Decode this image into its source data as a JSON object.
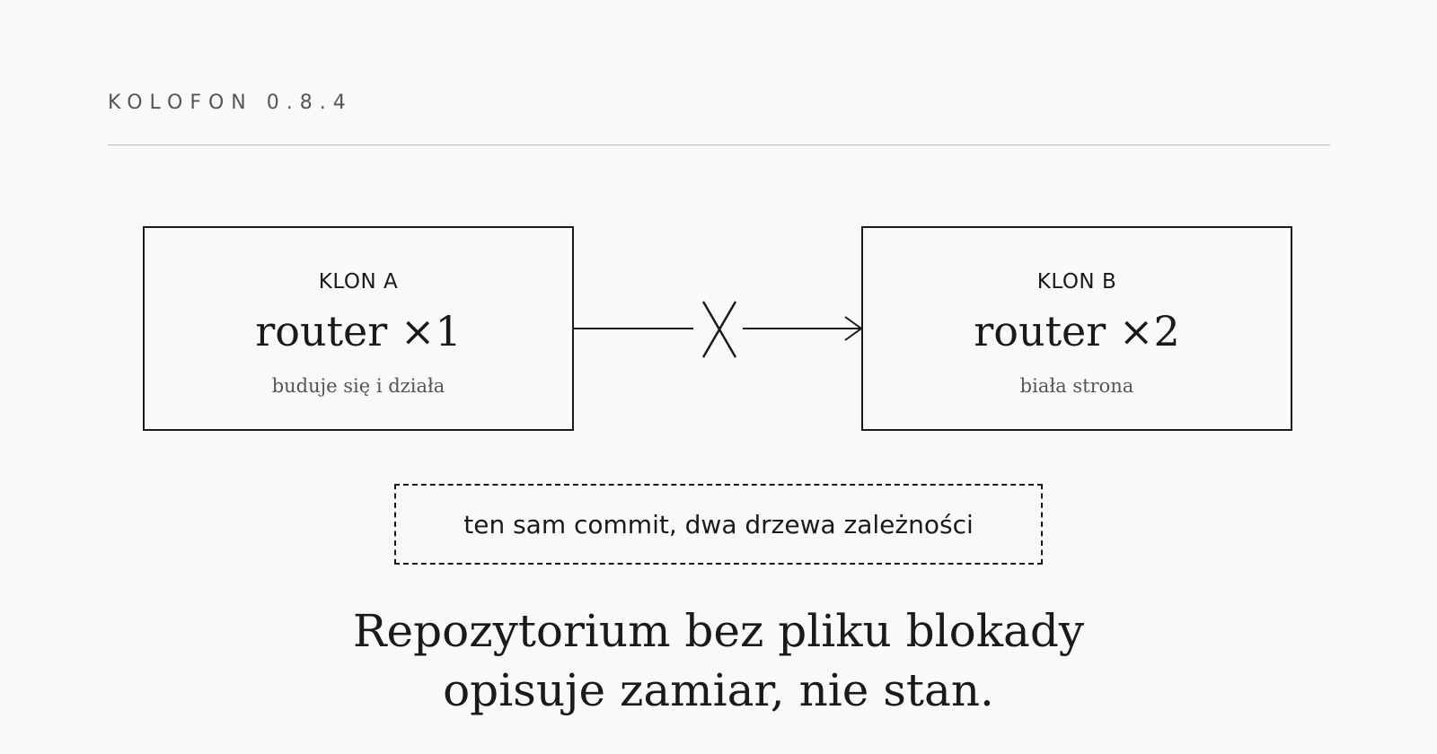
{
  "header": {
    "brand": "KOLOFON 0.8.4"
  },
  "diagram": {
    "clone_a": {
      "label": "KLON A",
      "value": "router ×1",
      "status": "buduje się i działa"
    },
    "clone_b": {
      "label": "KLON B",
      "value": "router ×2",
      "status": "biała strona"
    },
    "connector_icon": "broken-arrow-x-icon",
    "note": "ten sam commit, dwa drzewa zależności"
  },
  "caption": {
    "line1": "Repozytorium bez pliku blokady",
    "line2": "opisuje zamiar, nie stan."
  },
  "colors": {
    "background": "#f9f9f7",
    "ink": "#1a1a1a",
    "muted": "#555555",
    "rule": "#bdbdbd"
  }
}
